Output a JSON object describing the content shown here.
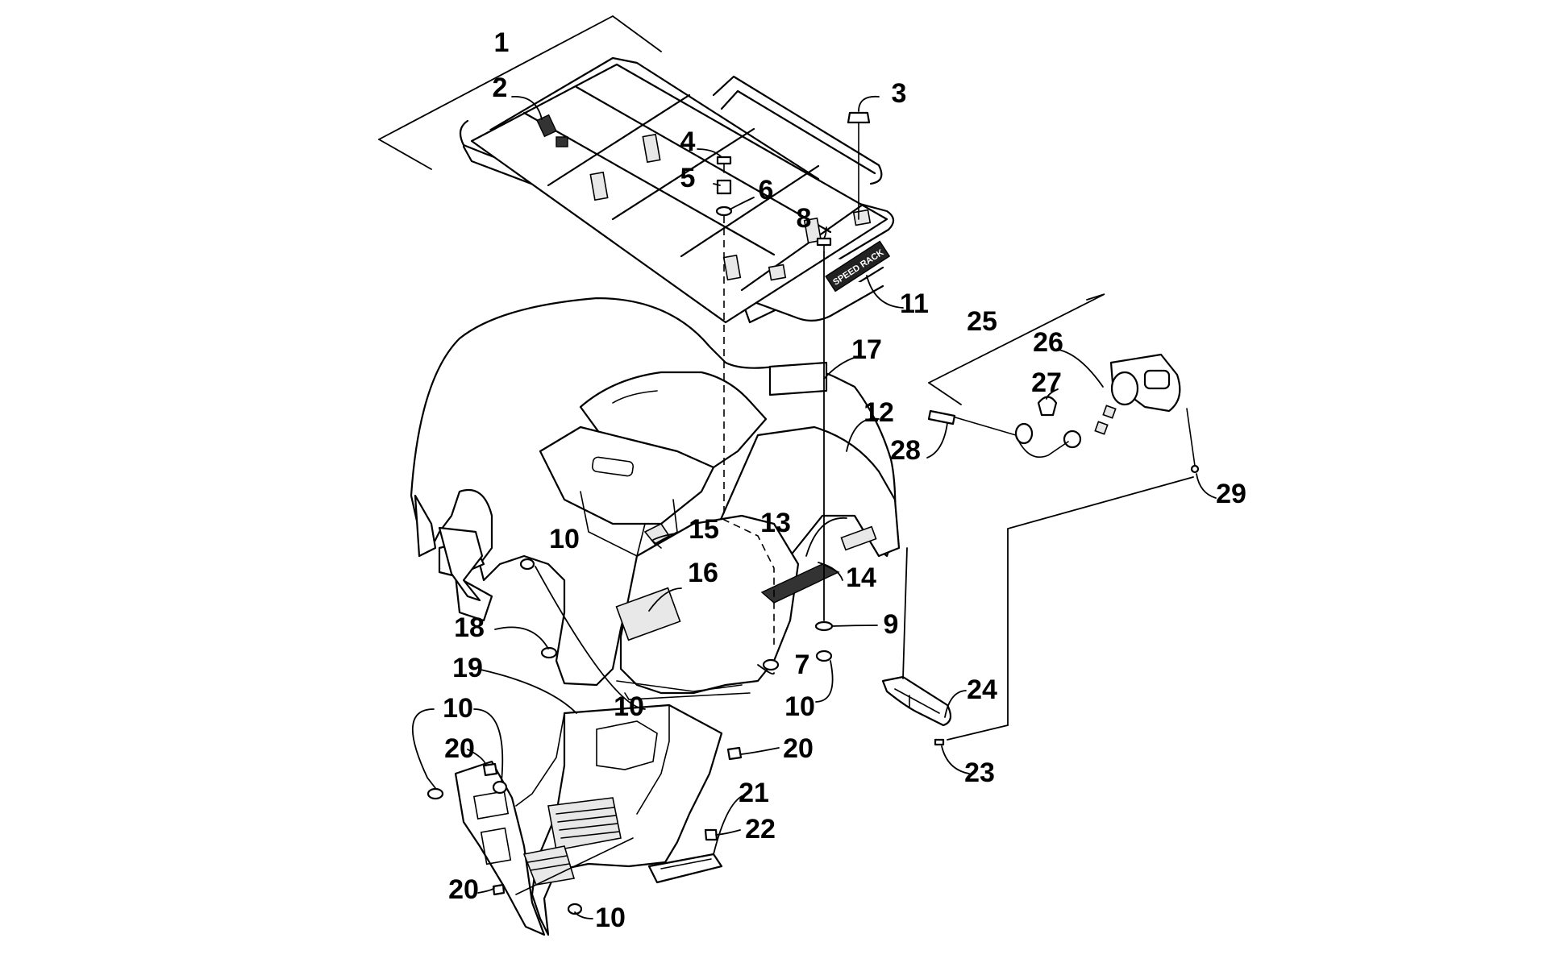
{
  "diagram": {
    "callouts": [
      {
        "id": "c1",
        "label": "1"
      },
      {
        "id": "c2",
        "label": "2"
      },
      {
        "id": "c3",
        "label": "3"
      },
      {
        "id": "c4",
        "label": "4"
      },
      {
        "id": "c5",
        "label": "5"
      },
      {
        "id": "c6",
        "label": "6"
      },
      {
        "id": "c7",
        "label": "7"
      },
      {
        "id": "c8",
        "label": "8"
      },
      {
        "id": "c9",
        "label": "9"
      },
      {
        "id": "c10a",
        "label": "10"
      },
      {
        "id": "c10b",
        "label": "10"
      },
      {
        "id": "c10c",
        "label": "10"
      },
      {
        "id": "c10d",
        "label": "10"
      },
      {
        "id": "c10e",
        "label": "10"
      },
      {
        "id": "c11",
        "label": "11"
      },
      {
        "id": "c12",
        "label": "12"
      },
      {
        "id": "c13",
        "label": "13"
      },
      {
        "id": "c14",
        "label": "14"
      },
      {
        "id": "c15",
        "label": "15"
      },
      {
        "id": "c16",
        "label": "16"
      },
      {
        "id": "c17",
        "label": "17"
      },
      {
        "id": "c18",
        "label": "18"
      },
      {
        "id": "c19",
        "label": "19"
      },
      {
        "id": "c20a",
        "label": "20"
      },
      {
        "id": "c20b",
        "label": "20"
      },
      {
        "id": "c20c",
        "label": "20"
      },
      {
        "id": "c21",
        "label": "21"
      },
      {
        "id": "c22",
        "label": "22"
      },
      {
        "id": "c23",
        "label": "23"
      },
      {
        "id": "c24",
        "label": "24"
      },
      {
        "id": "c25",
        "label": "25"
      },
      {
        "id": "c26",
        "label": "26"
      },
      {
        "id": "c27",
        "label": "27"
      },
      {
        "id": "c28",
        "label": "28"
      },
      {
        "id": "c29",
        "label": "29"
      }
    ],
    "rack_decal_text": "SPEED RACK"
  }
}
